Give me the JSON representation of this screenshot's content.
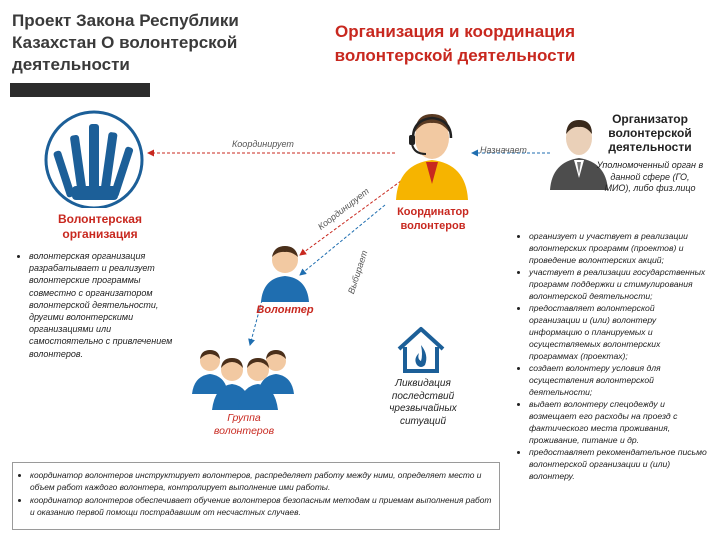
{
  "project_title": "Проект Закона Республики Казахстан О волонтерской деятельности",
  "org_title": "Организация и координация волонтерской деятельности",
  "volunteer_org": {
    "title": "Волонтерская организация",
    "text": "волонтерская организация разрабатывает и реализует волонтерские программы совместно с организатором волонтерской деятельности, другими волонтерскими организациями или самостоятельно с привлечением волонтеров."
  },
  "coordinator": {
    "title": "Координатор волонтеров"
  },
  "organizer": {
    "title": "Организатор волонтерской деятельности",
    "subtitle": "Уполномоченный орган в данной сфере (ГО, МИО), либо физ.лицо"
  },
  "arrows": {
    "coordinates": "Координирует",
    "assigns": "Назначает",
    "coordinates_diag": "Координирует",
    "selects": "Выбирает"
  },
  "volunteer_label": "Волонтер",
  "group_label": "Группа волонтеров",
  "emergency_label": "Ликвидация последствий чрезвычайных ситуаций",
  "organizer_duties": [
    "организует и участвует в реализации волонтерских программ (проектов) и проведение волонтерских акций;",
    "участвует в реализации государственных программ поддержки и стимулирования волонтерской деятельности;",
    "предоставляет волонтерской организации и (или) волонтеру информацию о планируемых и осуществляемых волонтерских программах (проектах);",
    "создает волонтеру условия для осуществления волонтерской деятельности;",
    "выдает волонтеру спецодежду и возмещает его расходы на проезд с фактического места проживания, проживание, питание и др.",
    "предоставляет рекомендательное письмо волонтерской организации и (или) волонтеру."
  ],
  "coordinator_duties": [
    "координатор волонтеров инструктирует волонтеров, распределяет работу между ними, определяет место и объем работ каждого волонтера, контролирует выполнение ими работы.",
    "координатор волонтеров обеспечивает обучение волонтеров безопасным методам и приемам выполнения работ и оказанию первой помощи пострадавшим от несчастных случаев."
  ],
  "colors": {
    "accent_red": "#c8281f",
    "people_blue": "#1f6eb0",
    "hands_blue": "#1c5f98",
    "coordinator_yellow": "#f6b400"
  },
  "icons": [
    "raised-hands-icon",
    "coordinator-person-icon",
    "organizer-person-icon",
    "volunteer-person-icon",
    "volunteer-group-icon",
    "house-fire-icon"
  ]
}
